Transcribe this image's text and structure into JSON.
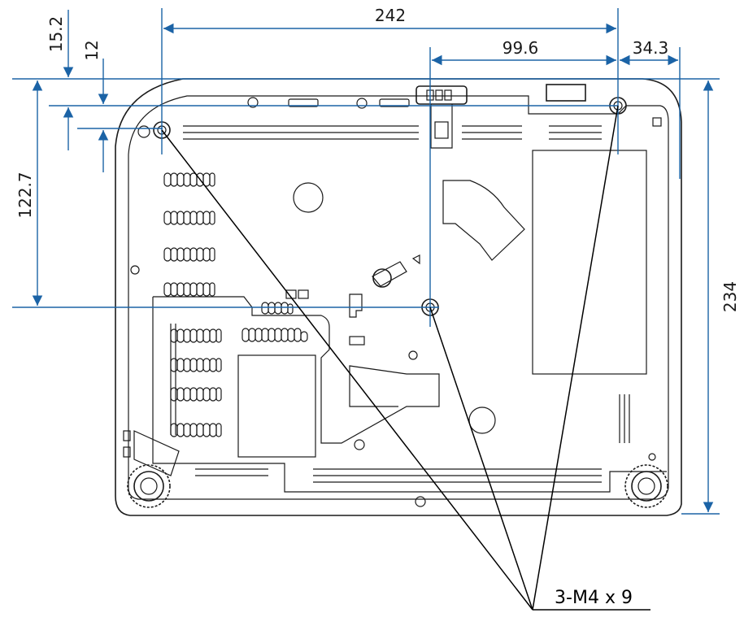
{
  "dimensions": {
    "width_total": "242",
    "width_partial": "99.6",
    "edge_offset_right": "34.3",
    "top_offset_a": "15.2",
    "top_offset_b": "12",
    "height_partial": "122.7",
    "height_total": "234"
  },
  "callout": {
    "screw_label": "3-M4 x 9"
  },
  "colors": {
    "dimension_line": "#1b63a6",
    "outline": "#1a1a1a"
  }
}
